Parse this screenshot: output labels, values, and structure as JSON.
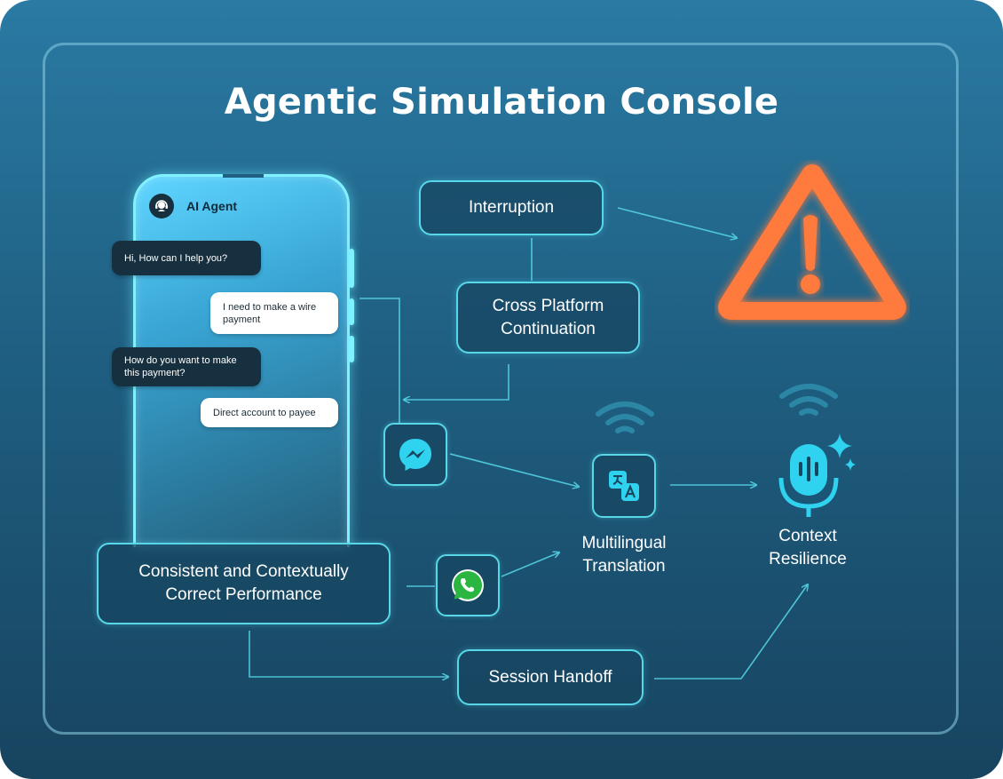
{
  "title": "Agentic Simulation Console",
  "phone": {
    "agent_name": "AI Agent",
    "messages": [
      {
        "from": "agent",
        "text": "Hi, How can I help you?"
      },
      {
        "from": "user",
        "text": "I need to make a wire payment"
      },
      {
        "from": "agent",
        "text": "How do you want to make this payment?"
      },
      {
        "from": "user",
        "text": "Direct account to payee"
      }
    ]
  },
  "nodes": {
    "interruption": "Interruption",
    "cross_platform": "Cross Platform Continuation",
    "consistent": "Consistent and Contextually Correct Performance",
    "session_handoff": "Session Handoff",
    "multilingual": "Multilingual Translation",
    "context_resilience": "Context Resilience"
  },
  "icons": {
    "warning": "warning-triangle-icon",
    "messenger": "messenger-icon",
    "whatsapp": "whatsapp-icon",
    "translate": "translate-icon",
    "microphone": "ai-microphone-icon",
    "wifi": "wifi-signal-icon"
  },
  "colors": {
    "accent": "#57d8e8",
    "warning": "#ff7a3c",
    "background_top": "#2a7aa3",
    "background_bottom": "#17445f"
  }
}
